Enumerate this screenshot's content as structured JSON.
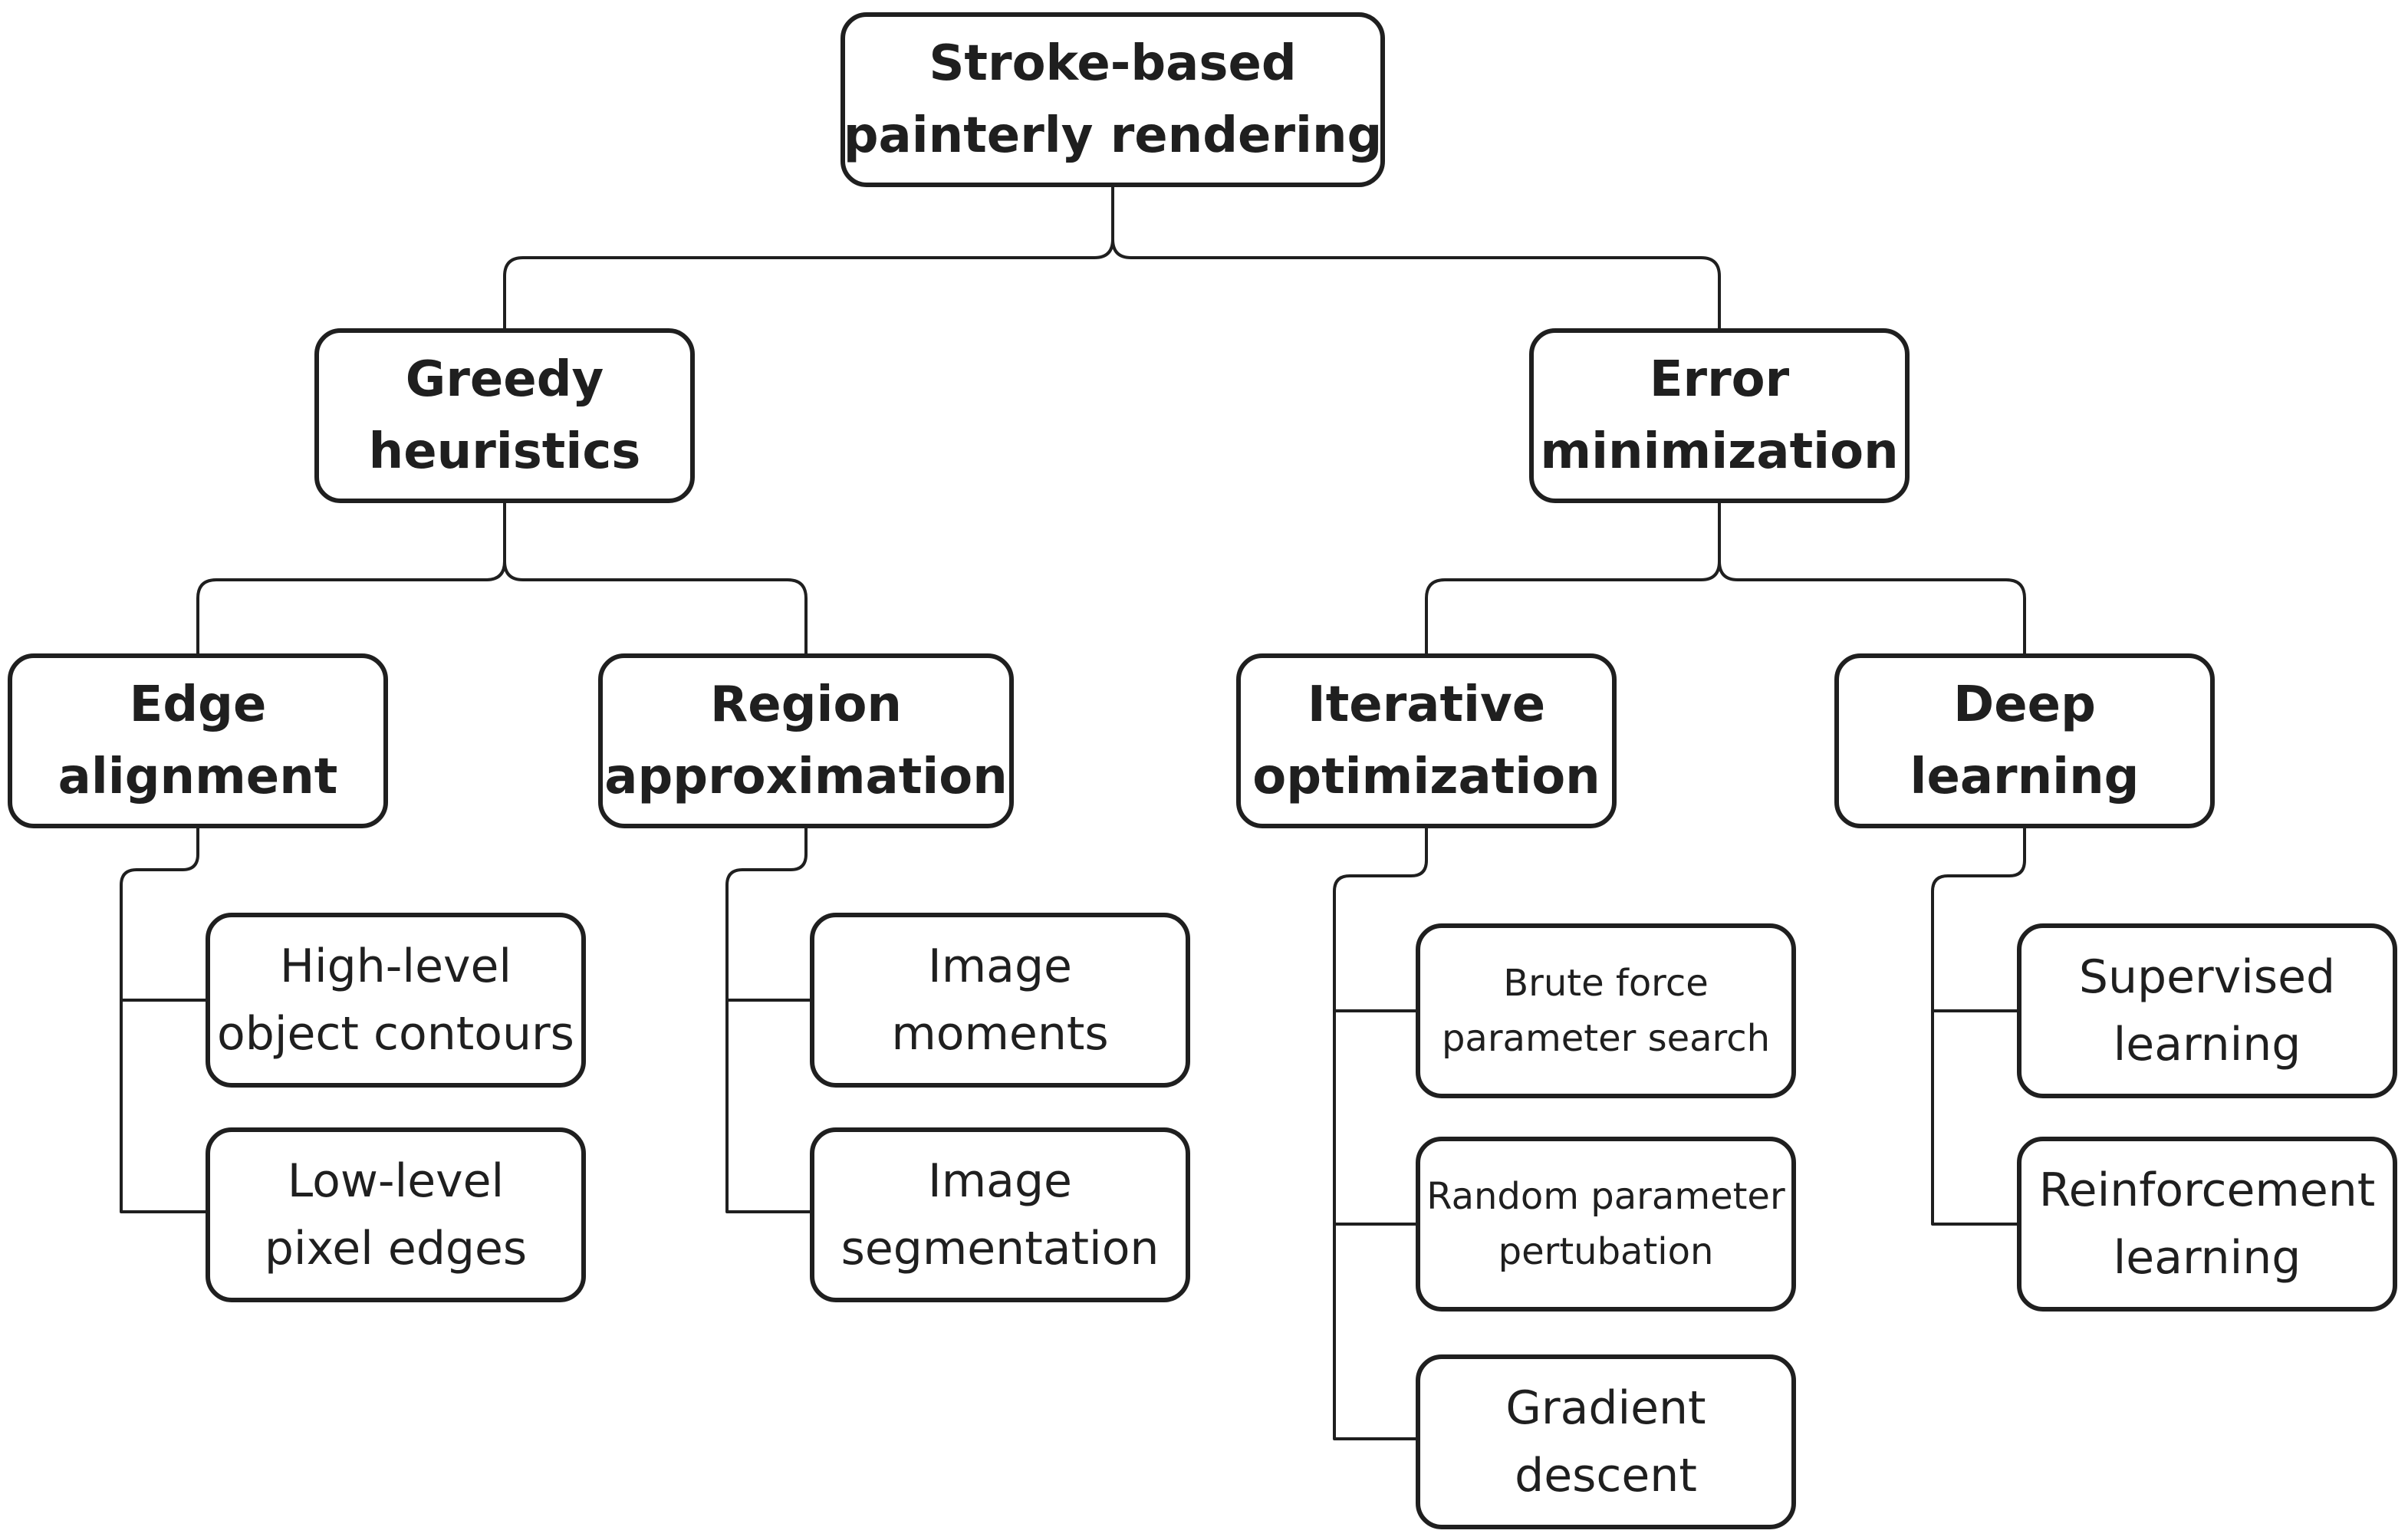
{
  "nodes": {
    "root": [
      "Stroke-based",
      "painterly rendering"
    ],
    "greedy": [
      "Greedy",
      "heuristics"
    ],
    "error": [
      "Error",
      "minimization"
    ],
    "edge": [
      "Edge",
      "alignment"
    ],
    "region": [
      "Region",
      "approximation"
    ],
    "iterative": [
      "Iterative",
      "optimization"
    ],
    "deep": [
      "Deep",
      "learning"
    ],
    "high_level": [
      "High-level",
      "object contours"
    ],
    "low_level": [
      "Low-level",
      "pixel edges"
    ],
    "image_moments": [
      "Image",
      "moments"
    ],
    "image_segmentation": [
      "Image",
      "segmentation"
    ],
    "brute_force": [
      "Brute force",
      "parameter search"
    ],
    "random_param": [
      "Random parameter",
      "pertubation"
    ],
    "gradient": [
      "Gradient",
      "descent"
    ],
    "supervised": [
      "Supervised",
      "learning"
    ],
    "reinforcement": [
      "Reinforcement",
      "learning"
    ]
  },
  "colors": {
    "stroke": "#1f1f1f",
    "background": "#ffffff"
  }
}
